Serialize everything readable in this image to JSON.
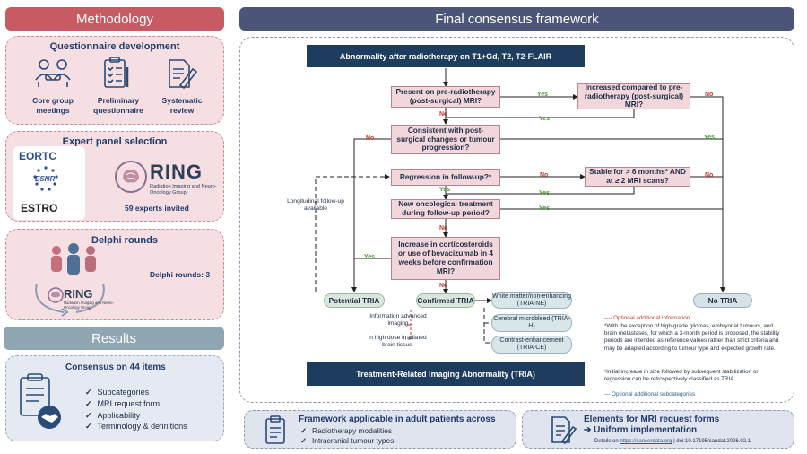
{
  "methodology": {
    "header": "Methodology",
    "questionnaire": {
      "title": "Questionnaire development",
      "items": [
        "Core group meetings",
        "Preliminary questionnaire",
        "Systematic review"
      ]
    },
    "expert_panel": {
      "title": "Expert panel selection",
      "logos": [
        "EORTC",
        "ESNR",
        "ESTRO"
      ],
      "ring_logo": "RING",
      "ring_subtitle": "Radiation Imaging and Neuro-Oncology Group",
      "experts": "59  experts invited"
    },
    "delphi": {
      "title": "Delphi rounds",
      "rounds": "Delphi rounds: 3",
      "ring_logo": "RING",
      "ring_subtitle": "Radiation Imaging and Neuro-Oncology Group"
    }
  },
  "results": {
    "header": "Results",
    "title": "Consensus on 44 items",
    "items": [
      "Subcategories",
      "MRI request form",
      "Applicability",
      "Terminology & definitions"
    ]
  },
  "framework": {
    "header": "Final consensus framework",
    "top_box": "Abnormality after radiotherapy on T1+Gd, T2, T2-FLAIR",
    "q1": "Present on pre-radiotherapy (post-surgical) MRI?",
    "q1b": "Increased compared to pre-radiotherapy (post-surgical) MRI?",
    "q2": "Consistent with post-surgical changes or tumour progression?",
    "q3": "Regression in follow-up?*",
    "q3b": "Stable for > 6 months* AND at ≥ 2 MRI scans?",
    "q4": "New oncological treatment during follow-up period?",
    "q5": "Increase in corticosteroids or use of bevacizumab in 4 weeks before confirmation MRI?",
    "yes": "Yes",
    "no": "No",
    "longitudinal": "Longitudinal follow-up available",
    "potential": "Potential TRIA",
    "confirmed": "Confirmed TRIA",
    "no_tria": "No TRIA",
    "sub_ne": "White matter/non-enhancing (TRIA-NE)",
    "sub_h": "Cerebral microbleed (TRIA-H)",
    "sub_ce": "Contrast-enhancement (TRIA-CE)",
    "info1": "Information advanced imaging",
    "info2": "In high dose irradiated brain tissue",
    "bottom_box": "Treatment-Related Imaging Abnormality (TRIA)",
    "legend_info": "---- Optional additional information",
    "note1": "*With the exception of high-grade gliomas, embryonal tumours, and brain metastases, for which a 3-month period is proposed, the stability periods are intended as reference values rather than strict criteria and may be adapted according to tumour type and expected growth rate.",
    "note2": "¹Initial increase in size followed by subsequent stabilization or regression can be retrospectively classified as TRIA.",
    "legend_sub": "--- Optional additional subcategories"
  },
  "bottom": {
    "applicable_title": "Framework applicable in adult patients across",
    "applicable_items": [
      "Radiotherapy modalities",
      "Intracranial tumour types"
    ],
    "elements_title": "Elements for MRI request forms",
    "uniform": "➔ Uniform implementation",
    "details_prefix": "Details on",
    "details_link": "https://cancerdata.org",
    "doi": "|  doi:10.17195/candat.2026.02.1"
  },
  "colors": {
    "methodology_header": "#c75a63",
    "framework_header": "#4a5578",
    "results_header": "#8fa5b1",
    "navy_box": "#1d3c5e",
    "yes": "#4b9a3a",
    "no": "#c0392b"
  }
}
